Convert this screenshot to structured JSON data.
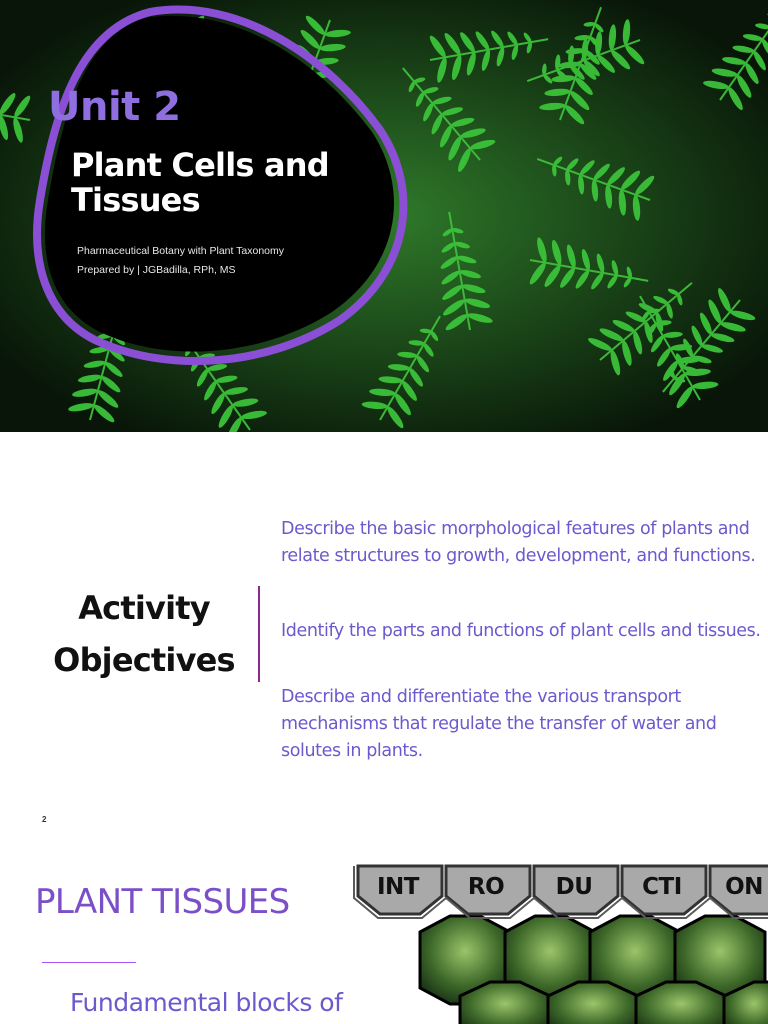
{
  "slide1": {
    "unit": "Unit 2",
    "title_line1": "Plant Cells and",
    "title_line2": "Tissues",
    "subtitle_line1": "Pharmaceutical Botany with Plant Taxonomy",
    "subtitle_line2": "Prepared by | JGBadilla, RPh, MS",
    "accent_color": "#8f6fe0"
  },
  "slide2": {
    "heading_line1": "Activity",
    "heading_line2": "Objectives",
    "objectives": [
      "Describe the basic morphological features of plants and relate structures to growth, development, and functions.",
      "Identify the parts and functions of plant cells and tissues.",
      "Describe and differentiate the various transport mechanisms that regulate the transfer of water and solutes in plants."
    ],
    "page_number": "2",
    "text_color": "#6a5acd"
  },
  "slide3": {
    "title": "PLANT TISSUES",
    "subtitle": "Fundamental blocks of",
    "hex_labels": [
      "INT",
      "RO",
      "DU",
      "CTI",
      "ON"
    ]
  }
}
